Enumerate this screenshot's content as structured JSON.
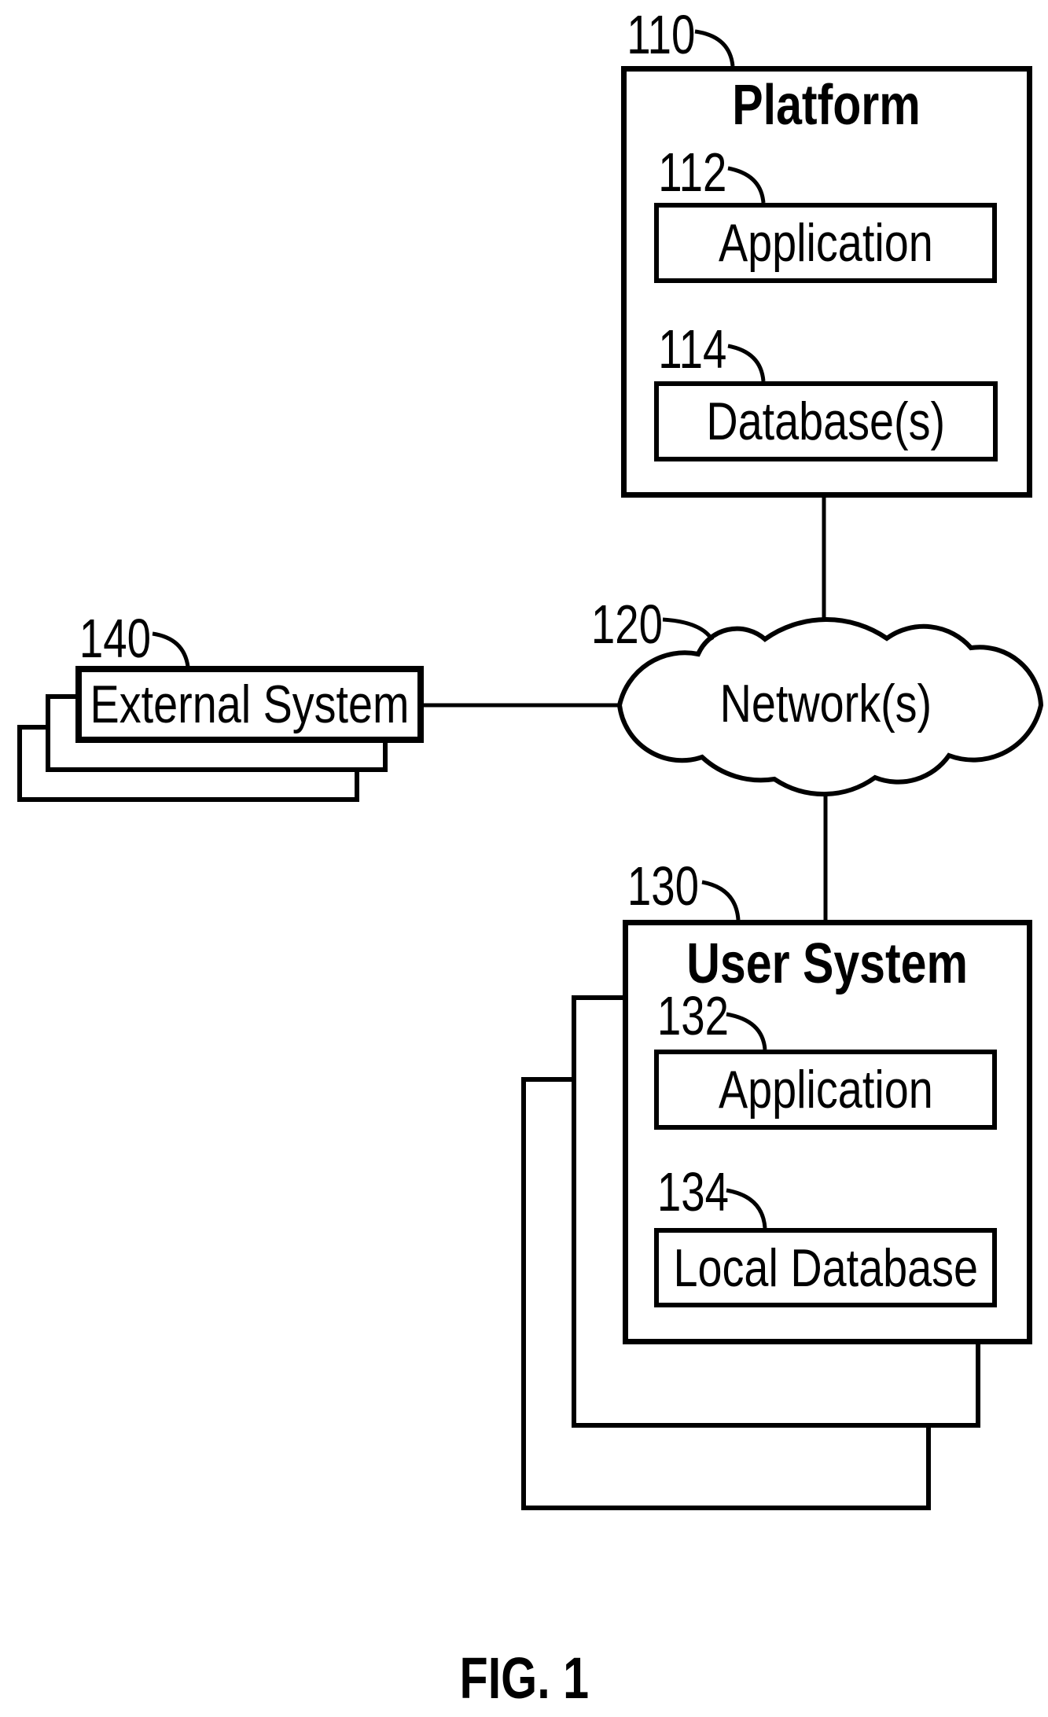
{
  "figure_caption": "FIG. 1",
  "colors": {
    "ink": "#000000",
    "paper": "#ffffff"
  },
  "nodes": {
    "platform": {
      "ref": "110",
      "title": "Platform",
      "application": {
        "ref": "112",
        "label": "Application"
      },
      "databases": {
        "ref": "114",
        "label": "Database(s)"
      }
    },
    "network": {
      "ref": "120",
      "label": "Network(s)"
    },
    "user_system": {
      "ref": "130",
      "title": "User System",
      "application": {
        "ref": "132",
        "label": "Application"
      },
      "local_database": {
        "ref": "134",
        "label": "Local Database"
      }
    },
    "external_system": {
      "ref": "140",
      "label": "External System"
    }
  },
  "connections": [
    {
      "from": "platform",
      "to": "network",
      "style": "vertical-line"
    },
    {
      "from": "network",
      "to": "user_system",
      "style": "vertical-line"
    },
    {
      "from": "external_system",
      "to": "network",
      "style": "horizontal-line"
    }
  ]
}
